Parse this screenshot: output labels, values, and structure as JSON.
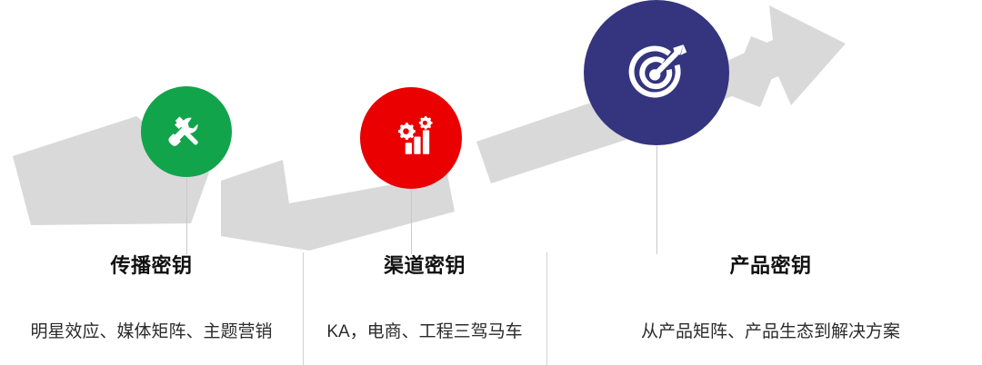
{
  "graphic": {
    "arrow": {
      "name": "upward-growth-arrow",
      "color": "#d9d9d9",
      "direction": "ascending-left-to-right"
    },
    "background_color": "#ffffff",
    "connector_color": "#c9c9c9",
    "divider_color": "#d2d2d2"
  },
  "nodes": [
    {
      "id": "communication",
      "icon": "hammer-wrench-icon",
      "color": "#12a44b",
      "icon_color": "#ffffff"
    },
    {
      "id": "channel",
      "icon": "bar-chart-gears-icon",
      "color": "#ea0000",
      "icon_color": "#ffffff"
    },
    {
      "id": "product",
      "icon": "target-arrow-icon",
      "color": "#34357e",
      "icon_color": "#ffffff"
    }
  ],
  "columns": [
    {
      "id": "communication",
      "title": "传播密钥",
      "description": "明星效应、媒体矩阵、主题营销"
    },
    {
      "id": "channel",
      "title": "渠道密钥",
      "description": "KA，电商、工程三驾马车"
    },
    {
      "id": "product",
      "title": "产品密钥",
      "description": "从产品矩阵、产品生态到解决方案"
    }
  ]
}
